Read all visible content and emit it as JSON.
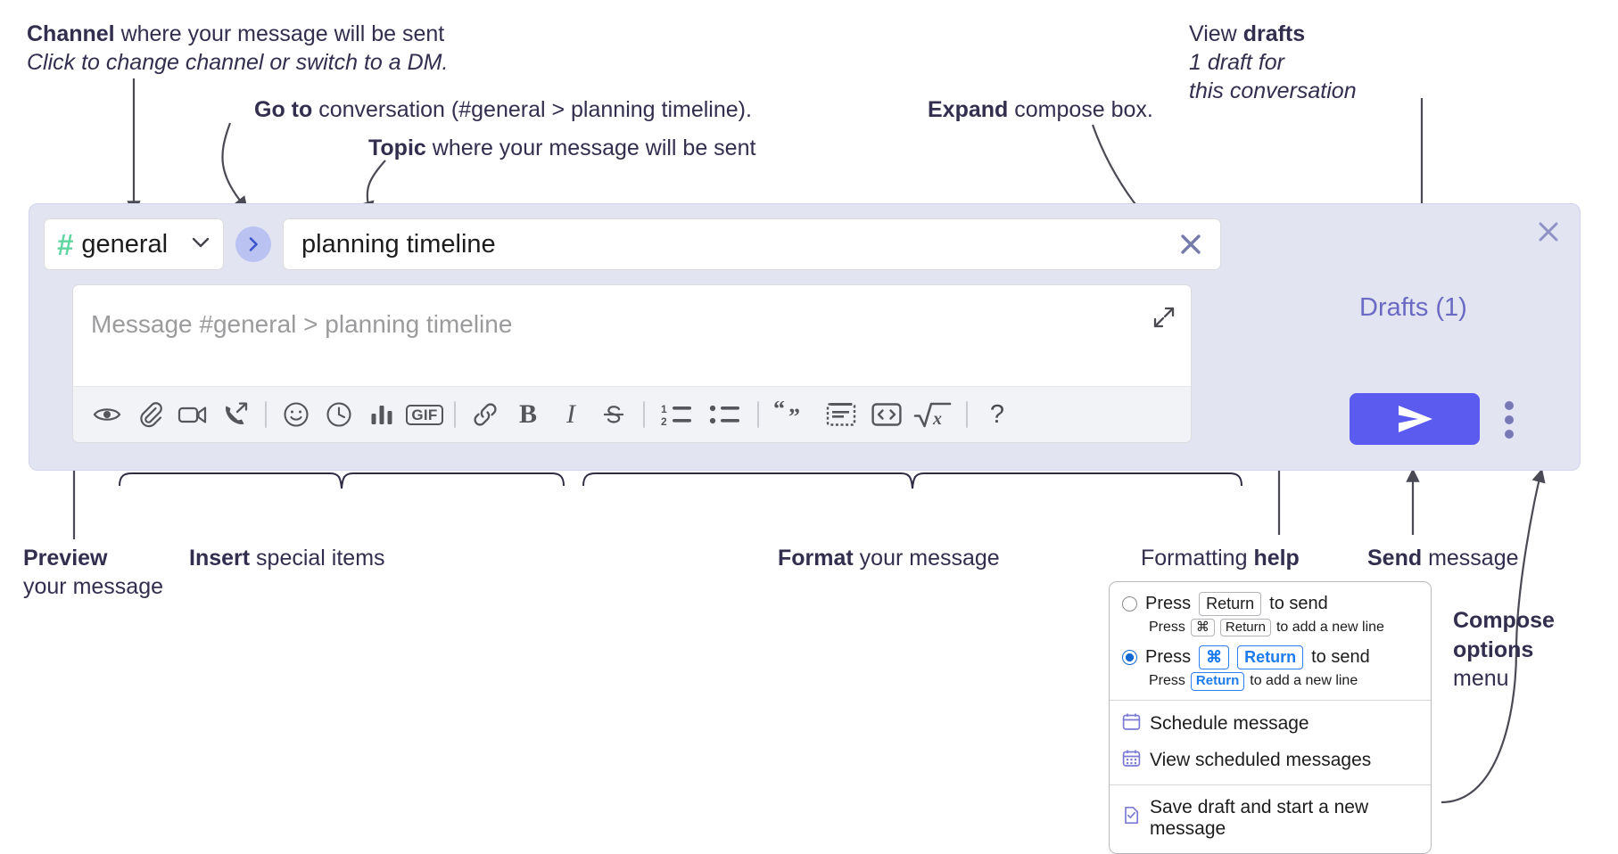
{
  "annotations": {
    "channel": {
      "line1_bold": "Channel",
      "line1_rest": " where your message will be sent",
      "line2_italic": "Click to change channel or switch to a DM."
    },
    "goto": {
      "bold": "Go to",
      "rest": " conversation (#general > planning timeline)."
    },
    "topic": {
      "bold": "Topic",
      "rest": " where your message will be sent"
    },
    "expand": {
      "bold": "Expand",
      "rest": " compose box."
    },
    "drafts": {
      "line1_pre": "View ",
      "line1_bold": "drafts",
      "line2": "1 draft for",
      "line3": "this conversation"
    },
    "preview": {
      "bold": "Preview",
      "line2": "your message"
    },
    "insert": {
      "bold": "Insert",
      "rest": " special items"
    },
    "format": {
      "bold": "Format",
      "rest": " your message"
    },
    "help": {
      "pre": "Formatting ",
      "bold": "help"
    },
    "send": {
      "bold": "Send",
      "rest": " message"
    },
    "compose_options": {
      "line1": "Compose",
      "line2": "options",
      "line3": "menu"
    }
  },
  "compose": {
    "close_icon": "close-icon",
    "channel": {
      "hash": "#",
      "name": "general",
      "chevron_icon": "chevron-down-icon"
    },
    "go_button": {
      "icon": "chevron-right-icon",
      "label": "›"
    },
    "topic": {
      "value": "planning timeline",
      "clear_icon": "close-icon"
    },
    "message": {
      "placeholder": "Message #general > planning timeline",
      "expand_icon": "expand-icon"
    },
    "toolbar": [
      {
        "name": "preview-icon",
        "label": "Preview"
      },
      {
        "name": "attachment-icon",
        "label": "Attach file"
      },
      {
        "name": "video-camera-icon",
        "label": "Record video clip"
      },
      {
        "name": "phone-forward-icon",
        "label": "Record audio clip"
      },
      {
        "name": "emoji-icon",
        "label": "Emoji"
      },
      {
        "name": "clock-icon",
        "label": "Reminder"
      },
      {
        "name": "poll-bar-chart-icon",
        "label": "Poll"
      },
      {
        "name": "gif-icon",
        "label": "GIF"
      },
      {
        "name": "link-icon",
        "label": "Link"
      },
      {
        "name": "bold-icon",
        "label": "B"
      },
      {
        "name": "italic-icon",
        "label": "I"
      },
      {
        "name": "strikethrough-icon",
        "label": "Strikethrough"
      },
      {
        "name": "ordered-list-icon",
        "label": "Ordered list"
      },
      {
        "name": "bulleted-list-icon",
        "label": "Bulleted list"
      },
      {
        "name": "blockquote-icon",
        "label": "Blockquote"
      },
      {
        "name": "code-block-icon",
        "label": "Code block"
      },
      {
        "name": "code-icon",
        "label": "Code"
      },
      {
        "name": "math-sqrt-icon",
        "label": "Math"
      },
      {
        "name": "help-icon",
        "label": "?"
      }
    ],
    "send_button": {
      "icon": "paper-plane-icon",
      "label": "Send"
    },
    "kebab_button": {
      "icon": "kebab-menu-icon",
      "label": "More message options"
    },
    "drafts_link": "Drafts (1)"
  },
  "options_menu": {
    "option_return": {
      "main_pre": "Press",
      "main_key": "Return",
      "main_post": "to send",
      "sub_pre": "Press",
      "sub_key1": "⌘",
      "sub_key2": "Return",
      "sub_post": "to add a new line",
      "selected": false
    },
    "option_cmd_return": {
      "main_pre": "Press",
      "main_key1": "⌘",
      "main_key2": "Return",
      "main_post": "to send",
      "sub_pre": "Press",
      "sub_key": "Return",
      "sub_post": "to add a new line",
      "selected": true
    },
    "items": [
      {
        "icon": "calendar-schedule-icon",
        "label": "Schedule message"
      },
      {
        "icon": "calendar-grid-icon",
        "label": "View scheduled messages"
      },
      {
        "icon": "save-draft-icon",
        "label": "Save draft and start a new message"
      }
    ]
  },
  "colors": {
    "compose_bg": "#e2e4f2",
    "send_purple": "#5b5bef",
    "hash_green": "#5fd6a0",
    "drafts_purple": "#6a6ac4",
    "radio_blue": "#1169d6",
    "annotation_ink": "#312e4e"
  }
}
